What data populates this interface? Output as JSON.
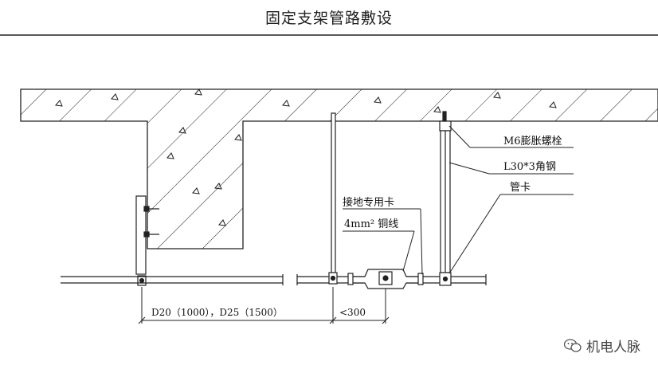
{
  "title": "固定支架管路敷设",
  "labels": {
    "anchor_bolt": "M6膨胀螺栓",
    "angle_steel": "L30*3角钢",
    "pipe_clamp": "管卡",
    "grounding_clamp": "接地专用卡",
    "copper_wire": "4mm² 铜线"
  },
  "dimensions": {
    "spacing": "D20（1000），D25（1500）",
    "end_distance": "<300"
  },
  "watermark": "机电人脉",
  "icons": [
    "wechat-icon"
  ]
}
